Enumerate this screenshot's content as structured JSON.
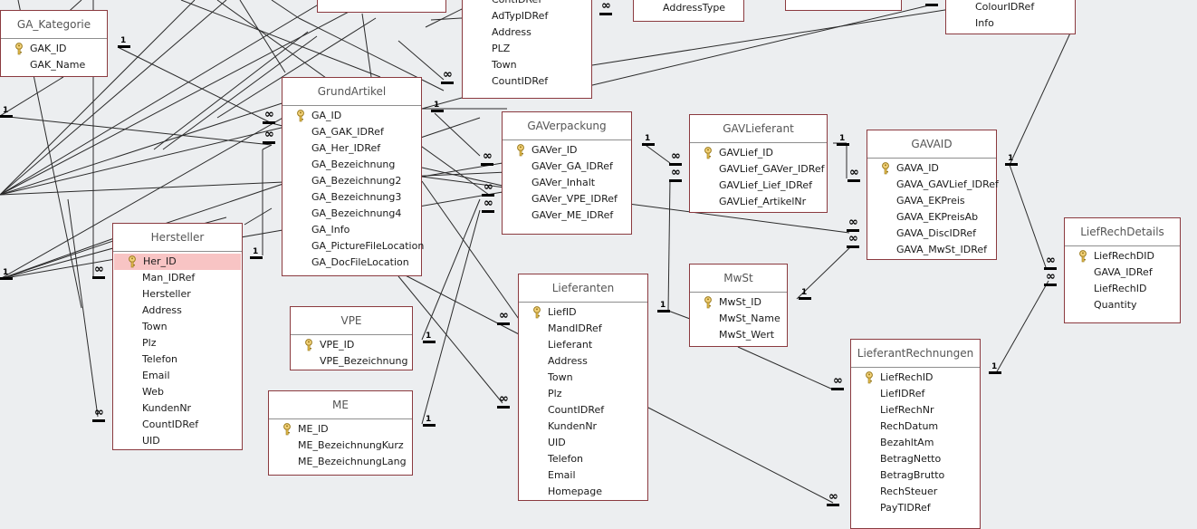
{
  "diagram": {
    "background": "#eceef0",
    "table_border_color": "#8b3a3f",
    "selected_row_color": "#f8c4c4",
    "one_label": "1",
    "many_label": "∞",
    "tables": [
      {
        "id": "ga_kategorie",
        "title": "GA_Kategorie",
        "fields": [
          {
            "name": "GAK_ID",
            "key": true
          },
          {
            "name": "GAK_Name"
          }
        ]
      },
      {
        "id": "top_box_a",
        "title": "",
        "fields": []
      },
      {
        "id": "address",
        "title": "",
        "fields": [
          {
            "name": "ContIDRef"
          },
          {
            "name": "AdTypIDRef"
          },
          {
            "name": "Address"
          },
          {
            "name": "PLZ"
          },
          {
            "name": "Town"
          },
          {
            "name": "CountIDRef"
          }
        ]
      },
      {
        "id": "address_type",
        "title": "",
        "fields": [
          {
            "name": "AddressType"
          }
        ]
      },
      {
        "id": "top_box_b",
        "title": "",
        "fields": []
      },
      {
        "id": "colour_box",
        "title": "",
        "fields": [
          {
            "name": "ColourIDRef"
          },
          {
            "name": "Info"
          }
        ]
      },
      {
        "id": "grund_artikel",
        "title": "GrundArtikel",
        "fields": [
          {
            "name": "GA_ID",
            "key": true
          },
          {
            "name": "GA_GAK_IDRef"
          },
          {
            "name": "GA_Her_IDRef"
          },
          {
            "name": "GA_Bezeichnung"
          },
          {
            "name": "GA_Bezeichnung2"
          },
          {
            "name": "GA_Bezeichnung3"
          },
          {
            "name": "GA_Bezeichnung4"
          },
          {
            "name": "GA_Info"
          },
          {
            "name": "GA_PictureFileLocation"
          },
          {
            "name": "GA_DocFileLocation"
          }
        ]
      },
      {
        "id": "ga_verpackung",
        "title": "GAVerpackung",
        "fields": [
          {
            "name": "GAVer_ID",
            "key": true
          },
          {
            "name": "GAVer_GA_IDRef"
          },
          {
            "name": "GAVer_Inhalt"
          },
          {
            "name": "GAVer_VPE_IDRef"
          },
          {
            "name": "GAVer_ME_IDRef"
          }
        ]
      },
      {
        "id": "gav_lieferant",
        "title": "GAVLieferant",
        "fields": [
          {
            "name": "GAVLief_ID",
            "key": true
          },
          {
            "name": "GAVLief_GAVer_IDRef"
          },
          {
            "name": "GAVLief_Lief_IDRef"
          },
          {
            "name": "GAVLief_ArtikelNr"
          }
        ]
      },
      {
        "id": "gavaid",
        "title": "GAVAID",
        "fields": [
          {
            "name": "GAVA_ID",
            "key": true
          },
          {
            "name": "GAVA_GAVLief_IDRef"
          },
          {
            "name": "GAVA_EKPreis"
          },
          {
            "name": "GAVA_EKPreisAb"
          },
          {
            "name": "GAVA_DiscIDRef"
          },
          {
            "name": "GAVA_MwSt_IDRef"
          }
        ]
      },
      {
        "id": "hersteller",
        "title": "Hersteller",
        "fields": [
          {
            "name": "Her_ID",
            "key": true,
            "selected": true
          },
          {
            "name": "Man_IDRef"
          },
          {
            "name": "Hersteller"
          },
          {
            "name": "Address"
          },
          {
            "name": "Town"
          },
          {
            "name": "Plz"
          },
          {
            "name": "Telefon"
          },
          {
            "name": "Email"
          },
          {
            "name": "Web"
          },
          {
            "name": "KundenNr"
          },
          {
            "name": "CountIDRef"
          },
          {
            "name": "UID"
          }
        ]
      },
      {
        "id": "lief_rech_details",
        "title": "LiefRechDetails",
        "fields": [
          {
            "name": "LiefRechDID",
            "key": true
          },
          {
            "name": "GAVA_IDRef"
          },
          {
            "name": "LiefRechID"
          },
          {
            "name": "Quantity"
          }
        ]
      },
      {
        "id": "mwst",
        "title": "MwSt",
        "fields": [
          {
            "name": "MwSt_ID",
            "key": true
          },
          {
            "name": "MwSt_Name"
          },
          {
            "name": "MwSt_Wert"
          }
        ]
      },
      {
        "id": "vpe",
        "title": "VPE",
        "fields": [
          {
            "name": "VPE_ID",
            "key": true
          },
          {
            "name": "VPE_Bezeichnung"
          }
        ]
      },
      {
        "id": "lieferanten",
        "title": "Lieferanten",
        "fields": [
          {
            "name": "LiefID",
            "key": true
          },
          {
            "name": "MandIDRef"
          },
          {
            "name": "Lieferant"
          },
          {
            "name": "Address"
          },
          {
            "name": "Town"
          },
          {
            "name": "Plz"
          },
          {
            "name": "CountIDRef"
          },
          {
            "name": "KundenNr"
          },
          {
            "name": "UID"
          },
          {
            "name": "Telefon"
          },
          {
            "name": "Email"
          },
          {
            "name": "Homepage"
          }
        ]
      },
      {
        "id": "me",
        "title": "ME",
        "fields": [
          {
            "name": "ME_ID",
            "key": true
          },
          {
            "name": "ME_BezeichnungKurz"
          },
          {
            "name": "ME_BezeichnungLang"
          }
        ]
      },
      {
        "id": "lieferant_rechnungen",
        "title": "LieferantRechnungen",
        "fields": [
          {
            "name": "LiefRechID",
            "key": true
          },
          {
            "name": "LiefIDRef"
          },
          {
            "name": "LiefRechNr"
          },
          {
            "name": "RechDatum"
          },
          {
            "name": "BezahltAm"
          },
          {
            "name": "BetragNetto"
          },
          {
            "name": "BetragBrutto"
          },
          {
            "name": "RechSteuer"
          },
          {
            "name": "PayTIDRef"
          }
        ]
      }
    ]
  }
}
